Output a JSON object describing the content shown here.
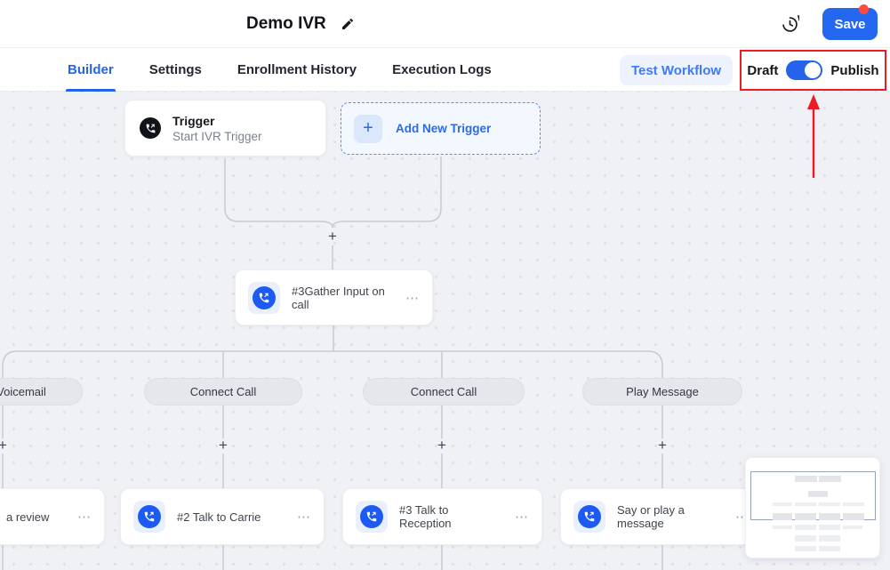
{
  "header": {
    "title": "Demo IVR",
    "save_label": "Save"
  },
  "tabs": [
    {
      "label": "Builder",
      "active": true
    },
    {
      "label": "Settings",
      "active": false
    },
    {
      "label": "Enrollment History",
      "active": false
    },
    {
      "label": "Execution Logs",
      "active": false
    }
  ],
  "toolbar": {
    "test_workflow_label": "Test Workflow",
    "draft_label": "Draft",
    "publish_label": "Publish",
    "toggle_state": "on"
  },
  "canvas": {
    "trigger_card": {
      "title": "Trigger",
      "subtitle": "Start IVR Trigger"
    },
    "add_trigger": {
      "label": "Add New Trigger",
      "plus": "+"
    },
    "gather_node": {
      "label": "#3Gather Input on call"
    },
    "branches": [
      {
        "label": "Voicemail"
      },
      {
        "label": "Connect Call"
      },
      {
        "label": "Connect Call"
      },
      {
        "label": "Play Message"
      }
    ],
    "action_cards": [
      {
        "label": "a review"
      },
      {
        "label": "#2 Talk to Carrie"
      },
      {
        "label": "#3 Talk to Reception"
      },
      {
        "label": "Say or play a message"
      }
    ],
    "plus": "+",
    "menu_glyph": "⋯"
  },
  "colors": {
    "accent_blue": "#2563eb",
    "save_button": "#2468f2",
    "annotation_red": "#ed1c24",
    "notification_dot": "#fb4b43",
    "canvas_bg": "#f0f1f5",
    "wire": "#c6cad4",
    "node_icon_blue": "#1d5af2"
  }
}
